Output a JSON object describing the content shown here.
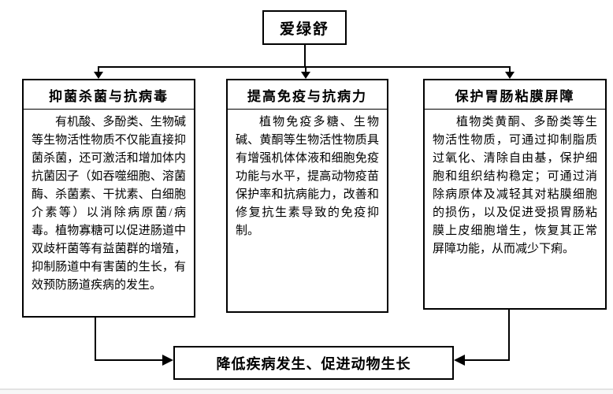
{
  "diagram": {
    "root": {
      "label": "爱绿舒"
    },
    "branches": [
      {
        "header": "抑菌杀菌与抗病毒",
        "body": "有机酸、多酚类、生物碱等生物活性物质不仅能直接抑菌杀菌，还可激活和增加体内抗菌因子（如吞噬细胞、溶菌酶、杀菌素、干扰素、白细胞介素等）以消除病原菌/病毒。植物寡糖可以促进肠道中双歧杆菌等有益菌群的增殖，抑制肠道中有害菌的生长，有效预防肠道疾病的发生。"
      },
      {
        "header": "提高免疫与抗病力",
        "body": "植物免疫多糖、生物碱、黄酮等生物活性物质具有增强机体体液和细胞免疫功能与水平，提高动物疫苗保护率和抗病能力，改善和修复抗生素导致的免疫抑制。"
      },
      {
        "header": "保护胃肠粘膜屏障",
        "body": "植物类黄酮、多酚类等生物活性物质，可通过抑制脂质过氧化、清除自由基，保护细胞和组织结构稳定；可通过消除病原体及减轻其对粘膜细胞的损伤，以及促进受损胃肠粘膜上皮细胞增生，恢复其正常屏障功能，从而减少下痢。"
      }
    ],
    "outcome": {
      "label": "降低疾病发生、促进动物生长"
    },
    "colors": {
      "line": "#000000",
      "text": "#000000",
      "background": "#ffffff",
      "footer_strip": "#f7f7f7",
      "footer_strip_border": "#e3e3e3"
    }
  }
}
